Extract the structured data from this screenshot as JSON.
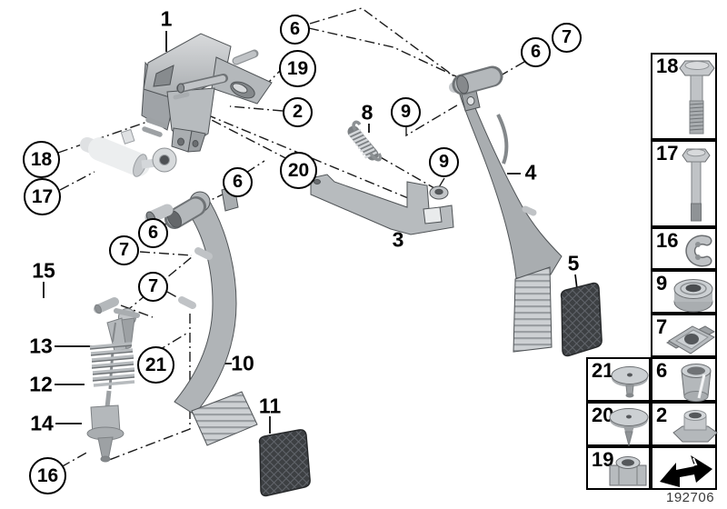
{
  "figure": {
    "type": "parts-diagram",
    "subject": "pedal assembly exploded view",
    "diagram_id": "192706"
  },
  "callouts": {
    "circled": [
      {
        "label": "6"
      },
      {
        "label": "19"
      },
      {
        "label": "2"
      },
      {
        "label": "9"
      },
      {
        "label": "7"
      },
      {
        "label": "6"
      },
      {
        "label": "18"
      },
      {
        "label": "17"
      },
      {
        "label": "20"
      },
      {
        "label": "6"
      },
      {
        "label": "6"
      },
      {
        "label": "7"
      },
      {
        "label": "7"
      },
      {
        "label": "9"
      },
      {
        "label": "16"
      },
      {
        "label": "21"
      }
    ],
    "plain": [
      {
        "label": "1"
      },
      {
        "label": "8"
      },
      {
        "label": "4"
      },
      {
        "label": "3"
      },
      {
        "label": "5"
      },
      {
        "label": "15"
      },
      {
        "label": "13"
      },
      {
        "label": "12"
      },
      {
        "label": "14"
      },
      {
        "label": "10"
      },
      {
        "label": "11"
      }
    ]
  },
  "legend": {
    "items": [
      {
        "label": "18",
        "icon": "hex-bolt-long-icon"
      },
      {
        "label": "17",
        "icon": "hex-bolt-slim-icon"
      },
      {
        "label": "16",
        "icon": "e-clip-icon"
      },
      {
        "label": "9",
        "icon": "rubber-grommet-icon"
      },
      {
        "label": "7",
        "icon": "cage-clip-nut-icon"
      },
      {
        "label": "21",
        "icon": "expansion-rivet-icon"
      },
      {
        "label": "6",
        "icon": "slotted-bushing-icon"
      },
      {
        "label": "20",
        "icon": "cone-plug-icon"
      },
      {
        "label": "2",
        "icon": "flange-nut-icon"
      },
      {
        "label": "19",
        "icon": "collar-nut-icon"
      },
      {
        "label": "",
        "icon": "direction-arrow-icon"
      }
    ]
  },
  "colors": {
    "line": "#1a1a1a",
    "metal_light": "#ccd0d3",
    "metal_mid": "#b4b8bb",
    "metal_dark": "#8d9194",
    "pad_dark": "#3d4043",
    "footer_text": "#3a3a3a"
  }
}
